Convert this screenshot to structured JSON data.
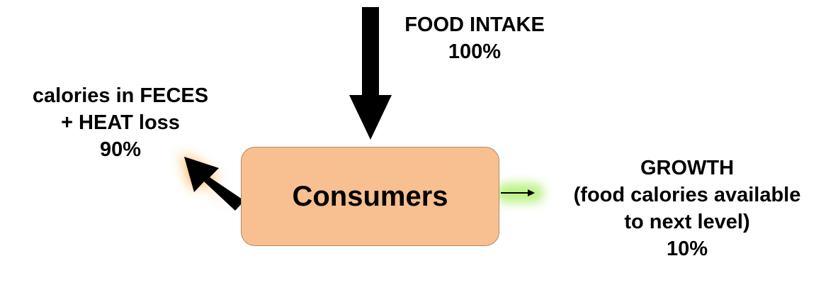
{
  "consumer_box": {
    "label": "Consumers",
    "fill": "#f8bf90"
  },
  "food_intake": {
    "line1": "FOOD INTAKE",
    "line2": "100%"
  },
  "loss": {
    "line1": "calories in FECES",
    "line2": "+ HEAT loss",
    "line3": "90%",
    "glow_color": "#ff9a1f"
  },
  "growth": {
    "line1": "GROWTH",
    "line2": "(food calories available",
    "line3": "to next level)",
    "line4": "10%",
    "glow_color": "#b6f07a"
  }
}
